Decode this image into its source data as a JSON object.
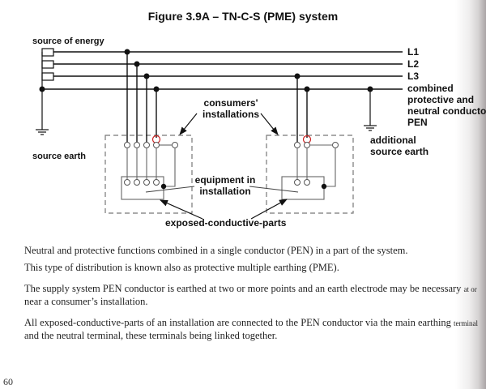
{
  "figure": {
    "title": "Figure 3.9A – TN-C-S (PME) system",
    "labels": {
      "source_of_energy": "source of energy",
      "source_earth": "source earth",
      "l1": "L1",
      "l2": "L2",
      "l3": "L3",
      "pen_line1": "combined",
      "pen_line2": "protective and",
      "pen_line3": "neutral conductor",
      "pen_line4": "PEN",
      "additional_earth_line1": "additional",
      "additional_earth_line2": "source earth",
      "consumers_line1": "consumers'",
      "consumers_line2": "installations",
      "equipment_line1": "equipment in",
      "equipment_line2": "installation",
      "exposed_parts": "exposed-conductive-parts"
    }
  },
  "text": {
    "p1": "Neutral and protective functions combined in a single conductor (PEN) in a part of the system.",
    "p2": "This type of distribution is known also as protective multiple earthing (PME).",
    "p3_line1": "The supply system PEN conductor is earthed at two or more points and an earth electrode may be necessary",
    "p3_line1_tail": "at or",
    "p3_line2": "near a consumer’s installation.",
    "p4_line1": "All exposed-conductive-parts of an installation are connected to the PEN conductor via the main earthing",
    "p4_line1_tail": "terminal",
    "p4_line2": "and the neutral terminal, these terminals being linked together."
  },
  "page_number": "60",
  "colors": {
    "line": "#111111",
    "dashed_box": "#777777",
    "inner_wire": "#666666",
    "highlight": "#cc2222"
  }
}
